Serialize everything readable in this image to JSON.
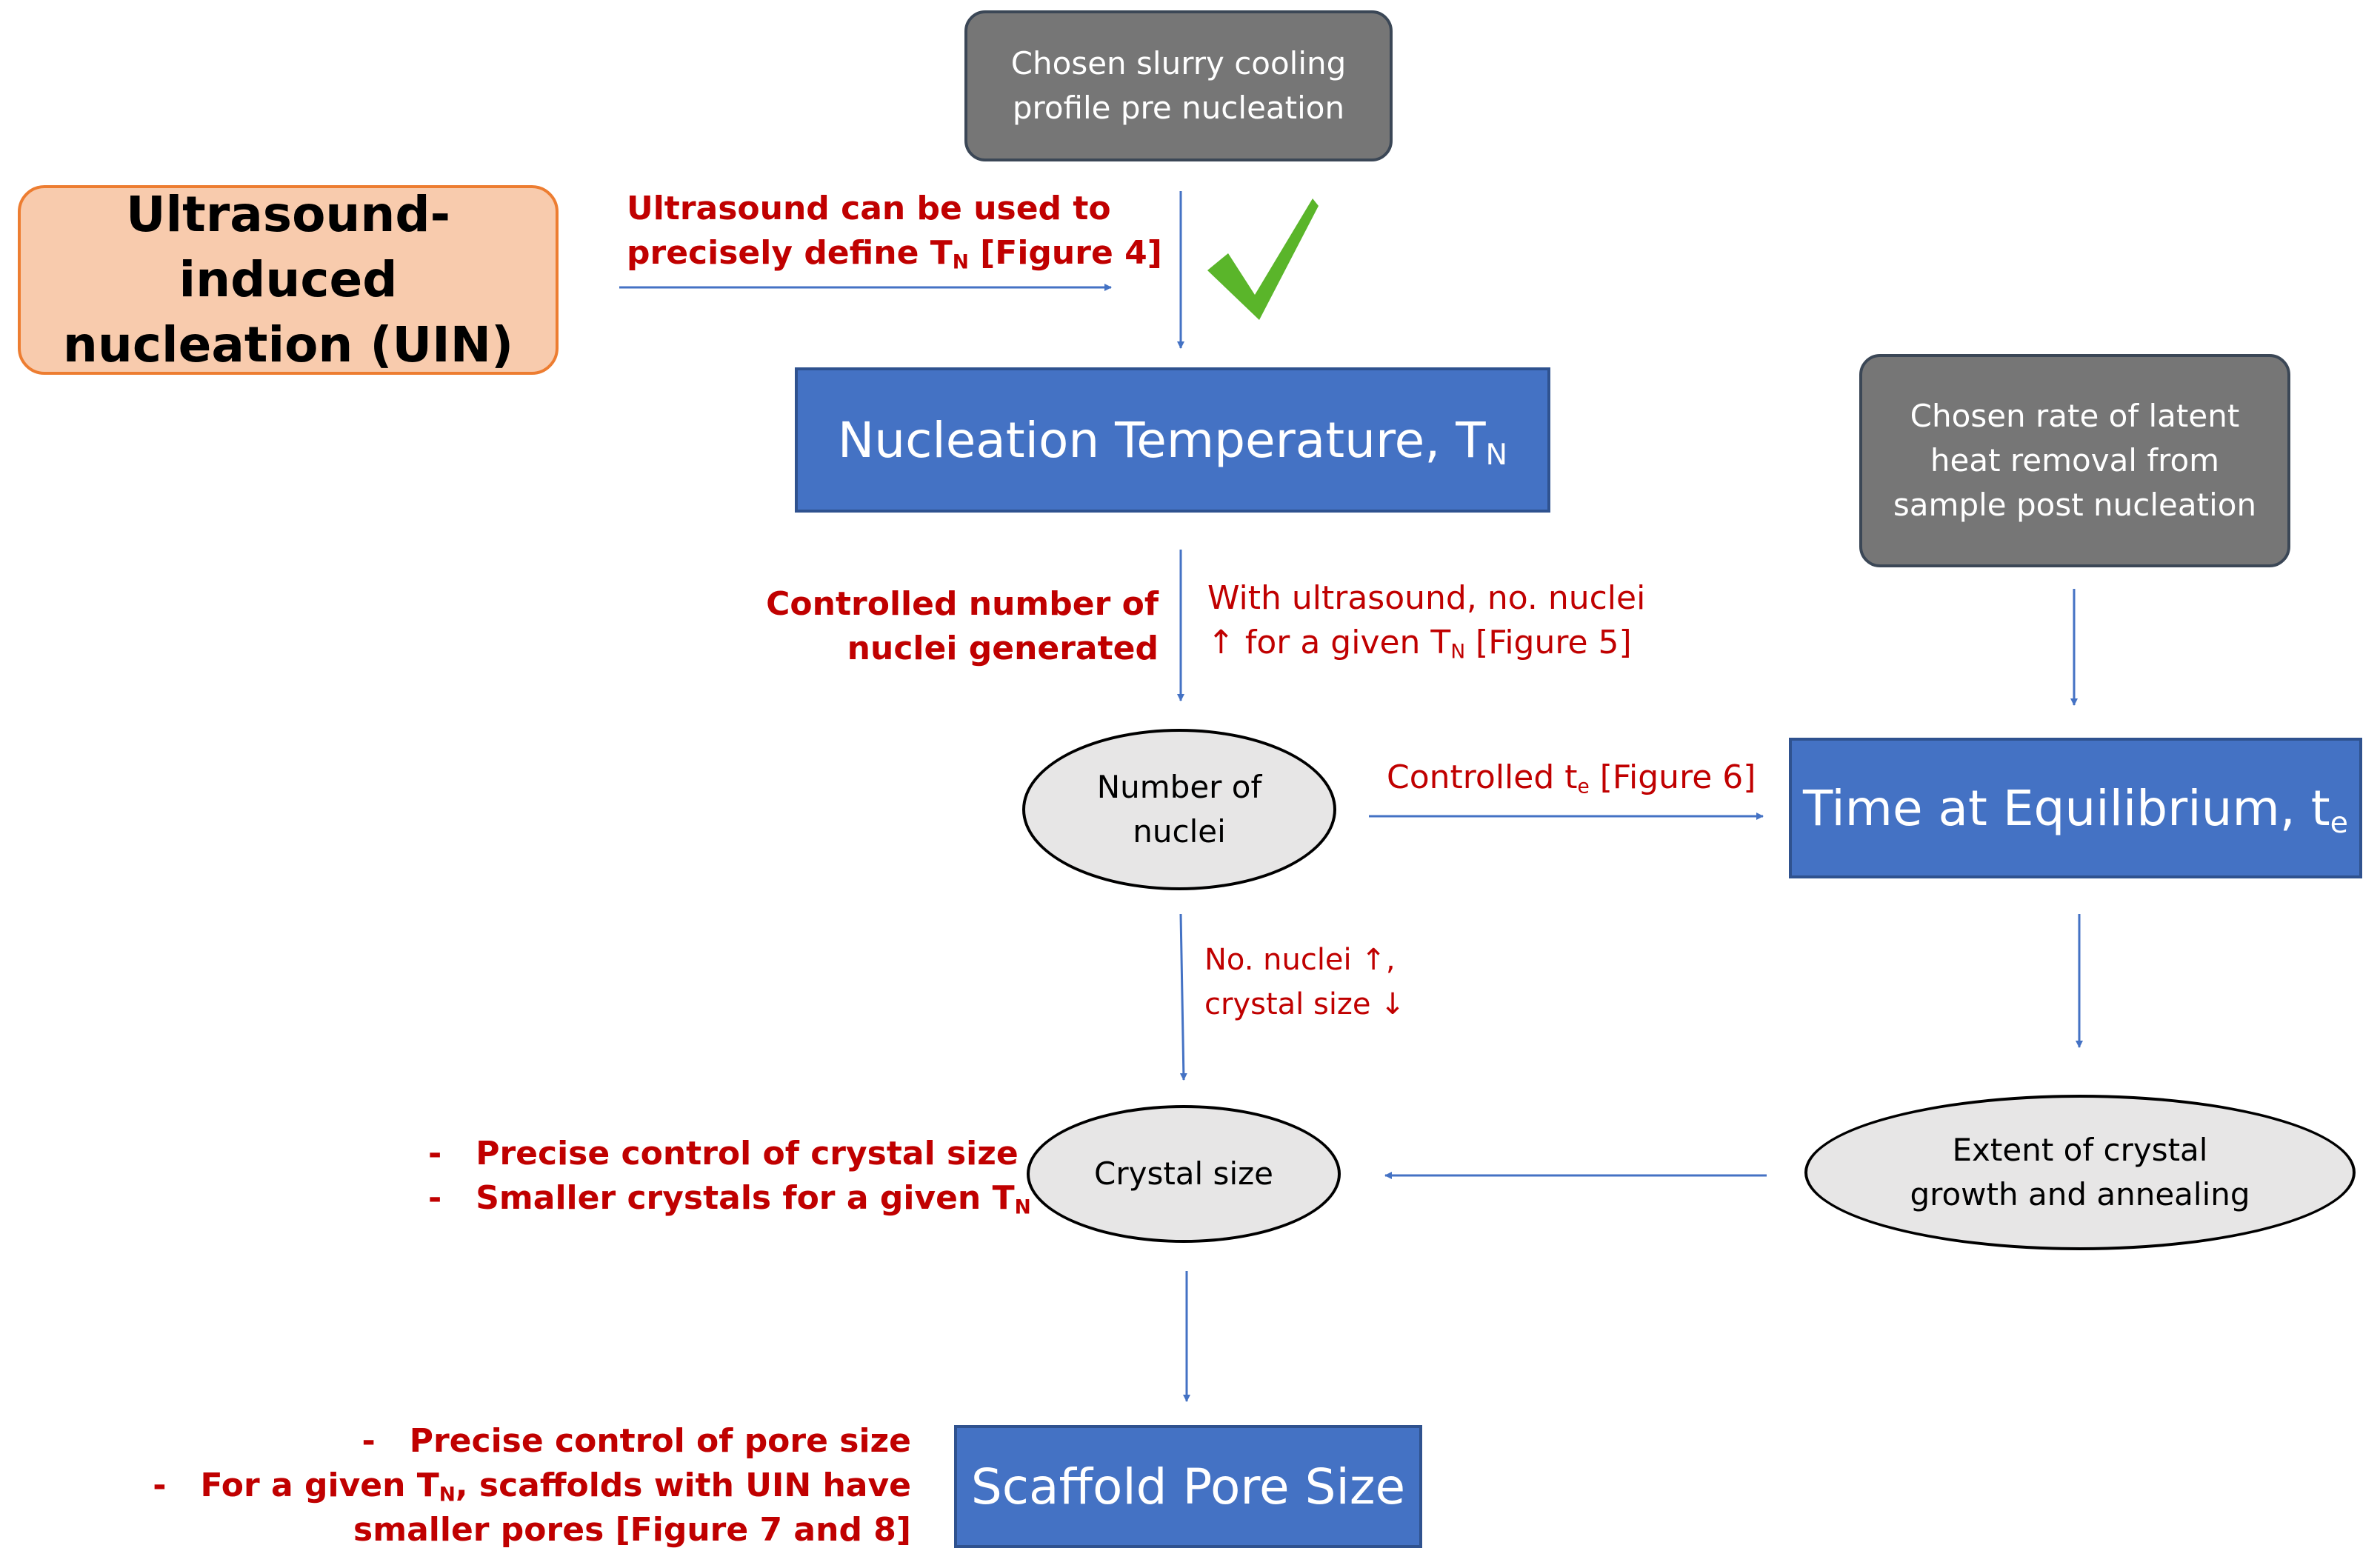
{
  "colors": {
    "accent_red": "#c00000",
    "blue": "#4472c4",
    "gray": "#767676",
    "orange_fill": "#f8cbad",
    "orange_border": "#ed7d31",
    "ellipse_fill": "#e7e6e6",
    "arrow": "#4472c4",
    "tick": "#5ab52a"
  },
  "icons": {
    "check": "check-mark-icon"
  },
  "nodes": {
    "slurry_cooling": {
      "line1": "Chosen slurry cooling",
      "line2": "profile pre nucleation"
    },
    "uin": {
      "line1": "Ultrasound-induced",
      "line2": "nucleation (UIN)"
    },
    "nucleation_temp": {
      "text": "Nucleation Temperature, T",
      "sub": "N"
    },
    "latent_heat": {
      "line1": "Chosen rate of latent",
      "line2": "heat removal from",
      "line3": "sample post nucleation"
    },
    "number_nuclei": {
      "line1": "Number of",
      "line2": "nuclei"
    },
    "time_equilibrium": {
      "text": "Time at Equilibrium, t",
      "sub": "e"
    },
    "crystal_size": {
      "text": "Crystal size"
    },
    "crystal_growth": {
      "line1": "Extent of crystal",
      "line2": "growth and annealing"
    },
    "pore_size": {
      "text": "Scaffold Pore Size"
    }
  },
  "notes": {
    "ultrasound_define": {
      "line1": "Ultrasound can be used to",
      "line2_pre": "precisely define T",
      "line2_sub": "N",
      "line2_post": " [Figure 4]"
    },
    "controlled_nuclei": {
      "line1": "Controlled number of",
      "line2": "nuclei generated"
    },
    "with_ultrasound": {
      "line1": "With ultrasound, no. nuclei",
      "line2_pre": "↑ for a given T",
      "line2_sub": "N",
      "line2_post": " [Figure 5]"
    },
    "controlled_te": {
      "pre": "Controlled t",
      "sub": "e",
      "post": " [Figure 6]"
    },
    "nuclei_crystal": {
      "line1": "No. nuclei ↑,",
      "line2": "crystal size ↓"
    },
    "crystal_control": {
      "line1": "-   Precise control of crystal size",
      "line2_pre": "-   Smaller crystals for a given T",
      "line2_sub": "N"
    },
    "pore_control": {
      "line1": "-   Precise control of pore size",
      "line2_pre": "-   For a given T",
      "line2_sub": "N",
      "line2_post": ", scaffolds with UIN have",
      "line3": "smaller pores [Figure 7 and 8]"
    }
  }
}
